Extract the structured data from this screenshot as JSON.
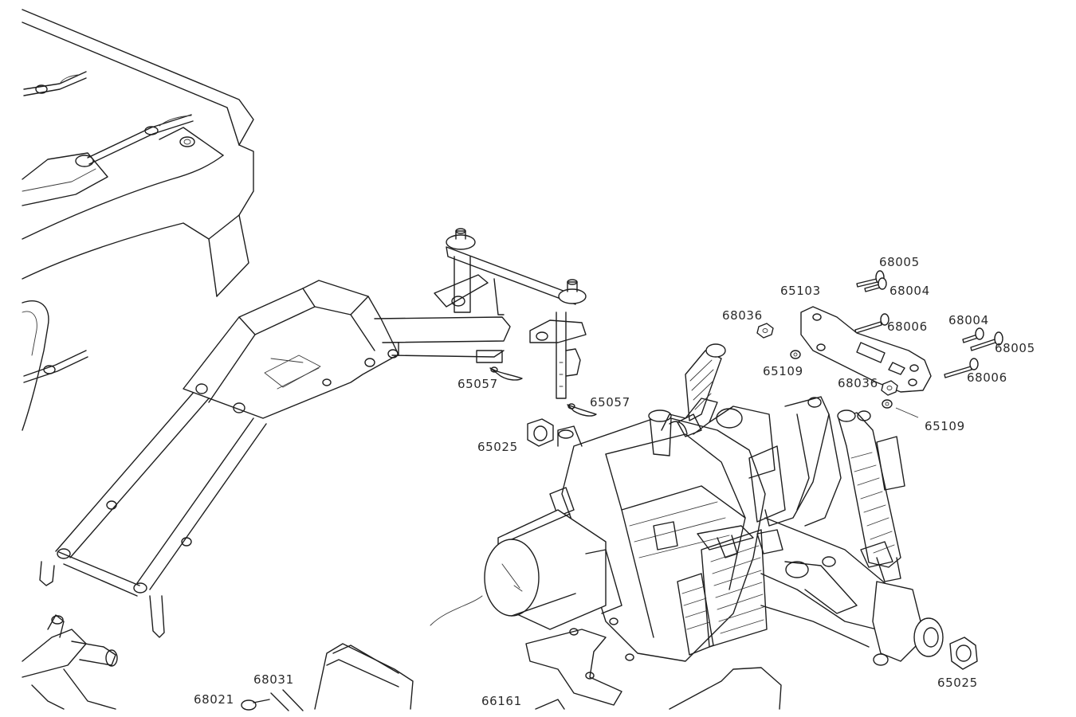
{
  "labels": {
    "p68005_top": "68005",
    "p68004_top": "68004",
    "p65103": "65103",
    "p68036_left": "68036",
    "p68006_mid": "68006",
    "p68004_right": "68004",
    "p68005_right": "68005",
    "p65109_left": "65109",
    "p68036_right": "68036",
    "p68006_right": "68006",
    "p65057_upper": "65057",
    "p65057_lower": "65057",
    "p65109_right": "65109",
    "p65025_left": "65025",
    "p65025_right": "65025",
    "p68031": "68031",
    "p68021": "68021",
    "p66161": "66161"
  }
}
